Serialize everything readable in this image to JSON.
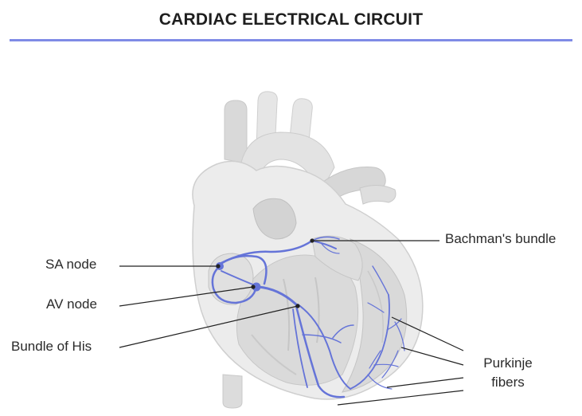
{
  "title": "CARDIAC ELECTRICAL CIRCUIT",
  "colors": {
    "rule": "#7f8be6",
    "conduction": "#6574d8",
    "heart_light": "#e9e9e9",
    "heart_mid": "#d6d6d6",
    "heart_dark": "#bdbdbd",
    "leader": "#222222",
    "text": "#2a2a2a"
  },
  "labels": {
    "sa_node": "SA node",
    "av_node": "AV node",
    "bundle_of_his": "Bundle of His",
    "bachmans_bundle": "Bachman's bundle",
    "purkinje_line1": "Purkinje",
    "purkinje_line2": "fibers"
  }
}
